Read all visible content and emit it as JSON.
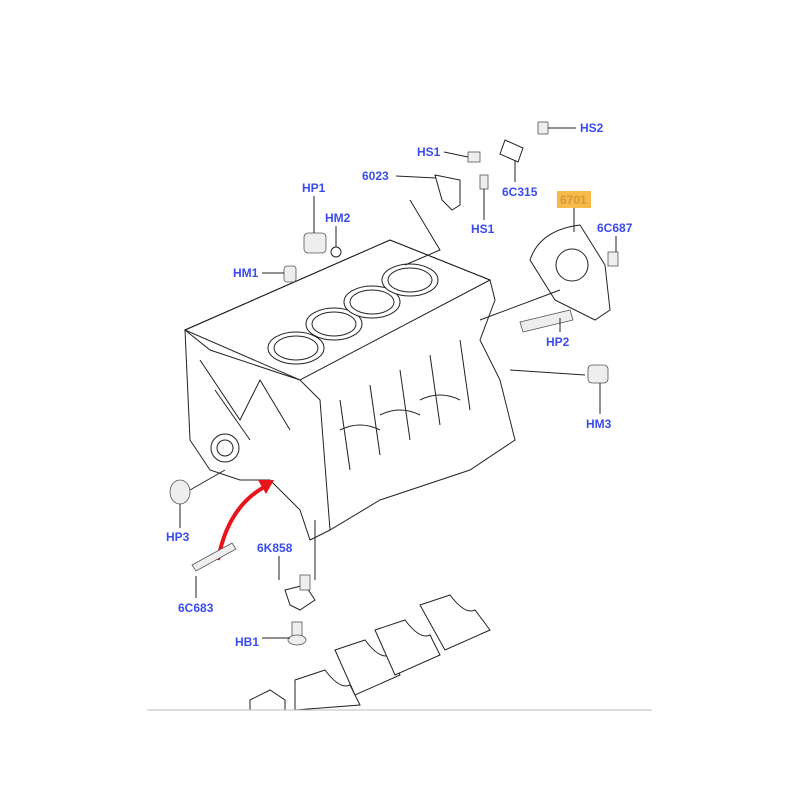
{
  "diagram": {
    "title": "Cylinder block exploded view",
    "highlight_color": "#f7b94a",
    "label_color": "#3a4cf0",
    "arrow_color": "#e8141c",
    "labels": {
      "hs2": "HS2",
      "hs1_top": "HS1",
      "p6023": "6023",
      "p6c315": "6C315",
      "hp1": "HP1",
      "hm2": "HM2",
      "p6701": "6701",
      "p6c687": "6C687",
      "hm1": "HM1",
      "hs1_bottom": "HS1",
      "hp2": "HP2",
      "hm3": "HM3",
      "hp3": "HP3",
      "p6k858": "6K858",
      "p6c683": "6C683",
      "hb1": "HB1"
    }
  }
}
